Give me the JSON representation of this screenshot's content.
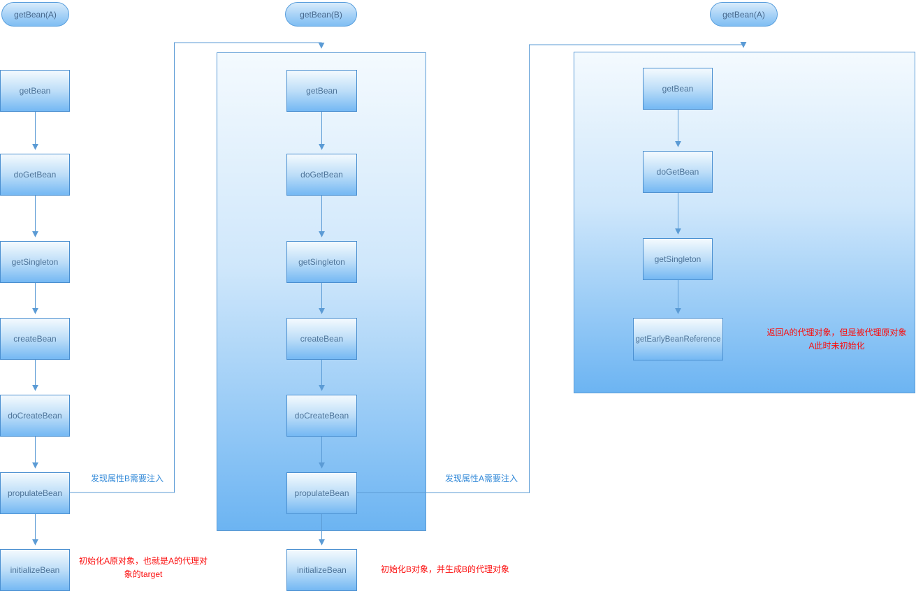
{
  "colors": {
    "line": "#5b9bd5",
    "node_border": "#4a8fd0",
    "node_fill_bottom": "#74b8f3",
    "frame_fill_bottom": "#6cb4f2",
    "blue_note": "#3289d8",
    "red_note": "#fb0c0c"
  },
  "columns": [
    {
      "pill": "getBean(A)",
      "boxes": [
        "getBean",
        "doGetBean",
        "getSingleton",
        "createBean",
        "doCreateBean",
        "propulateBean",
        "initializeBean"
      ]
    },
    {
      "pill": "getBean(B)",
      "boxes": [
        "getBean",
        "doGetBean",
        "getSingleton",
        "createBean",
        "doCreateBean",
        "propulateBean",
        "initializeBean"
      ]
    },
    {
      "pill": "getBean(A)",
      "boxes": [
        "getBean",
        "doGetBean",
        "getSingleton",
        "getEarlyBeanReference"
      ]
    }
  ],
  "notes": {
    "inject_b": "发现属性B需要注入",
    "inject_a": "发现属性A需要注入",
    "init_a": "初始化A原对象，也就是A的代理对\n象的target",
    "init_b": "初始化B对象，并生成B的代理对象",
    "proxy_a": "返回A的代理对象，但是被代理原对象\nA此时未初始化"
  }
}
